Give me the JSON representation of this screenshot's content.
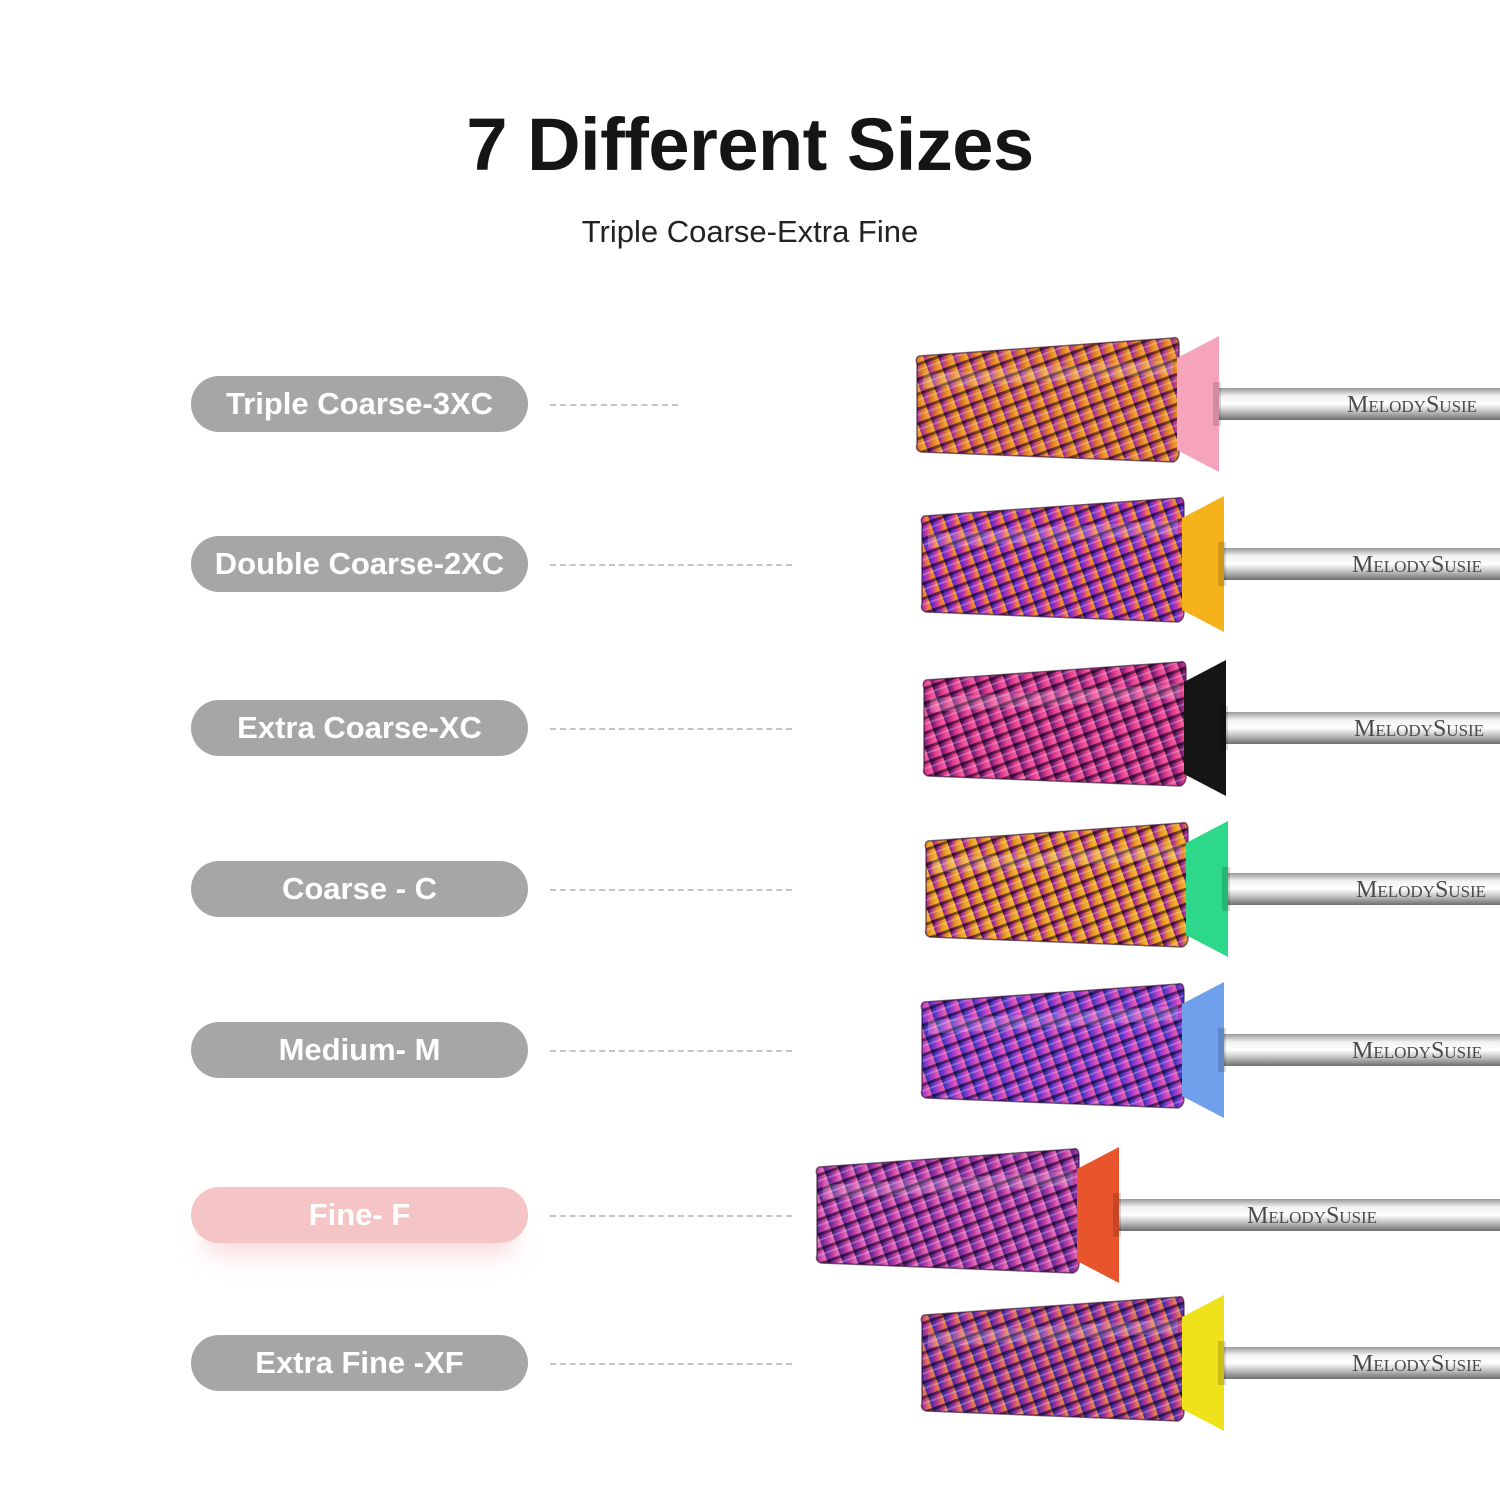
{
  "header": {
    "title": "7 Different Sizes",
    "subtitle": "Triple Coarse-Extra Fine"
  },
  "brand": "MelodySusie",
  "sizes": [
    {
      "label": "Triple Coarse-3XC",
      "cap_color": "#f6a3bc",
      "bit_colors": [
        "#3a1530",
        "#b0359a",
        "#e07a1c",
        "#f0a13a"
      ],
      "active": false
    },
    {
      "label": "Double Coarse-2XC",
      "cap_color": "#f5b21a",
      "bit_colors": [
        "#1e1450",
        "#6a2bd0",
        "#d0389a",
        "#f08a2a"
      ],
      "active": false
    },
    {
      "label": "Extra Coarse-XC",
      "cap_color": "#151515",
      "bit_colors": [
        "#2a0c2e",
        "#7a1e7a",
        "#e0388a",
        "#f05aa0"
      ],
      "active": false
    },
    {
      "label": "Coarse - C",
      "cap_color": "#2ed88a",
      "bit_colors": [
        "#2a0f28",
        "#b02a98",
        "#e5901c",
        "#f2b233"
      ],
      "active": false
    },
    {
      "label": "Medium- M",
      "cap_color": "#6fa0ec",
      "bit_colors": [
        "#1a1660",
        "#4a36c8",
        "#b23ac8",
        "#e05ab0"
      ],
      "active": false
    },
    {
      "label": "Fine- F",
      "cap_color": "#e8542c",
      "bit_colors": [
        "#2a1040",
        "#6a2aa0",
        "#c03aa0",
        "#e06ab8"
      ],
      "active": true
    },
    {
      "label": "Extra Fine -XF",
      "cap_color": "#f0e21a",
      "bit_colors": [
        "#1a2a6a",
        "#5a2aa8",
        "#c03a8a",
        "#e07a50"
      ],
      "active": false
    }
  ]
}
